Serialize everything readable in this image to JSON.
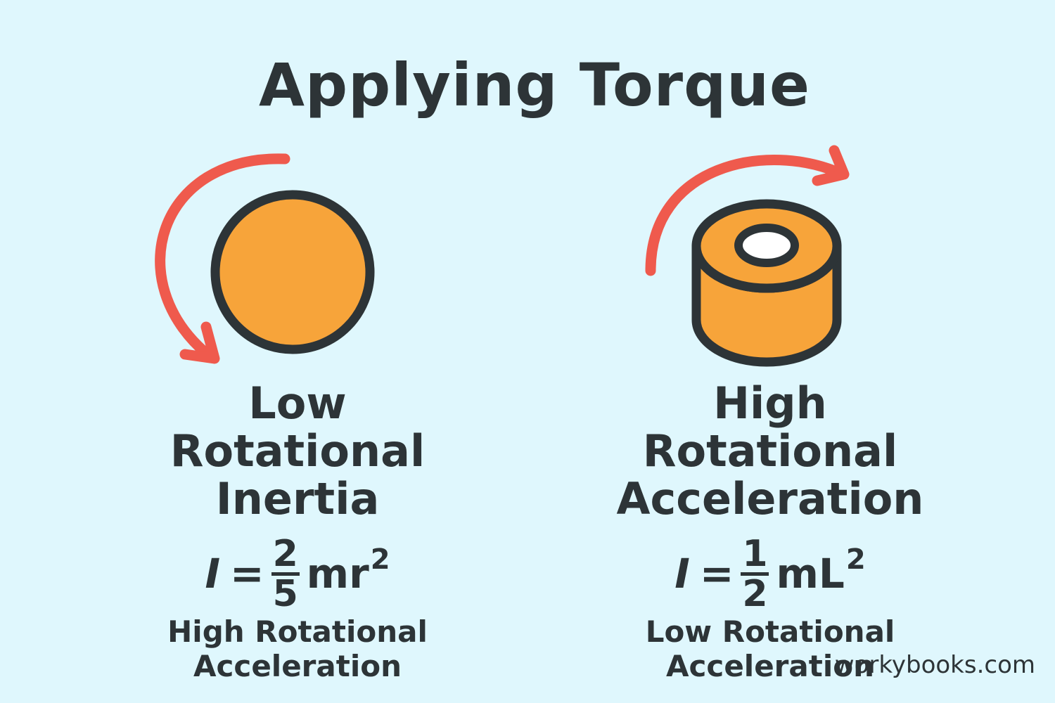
{
  "title": "Applying Torque",
  "colors": {
    "background": "#dff7fd",
    "arrow": "#ef5a4d",
    "object_fill": "#f7a43a",
    "outline": "#2d3437",
    "text": "#2d3437"
  },
  "left": {
    "heading": [
      "Low",
      "Rotational",
      "Inertia"
    ],
    "formula": {
      "variable": "I",
      "equals": "=",
      "numerator": "2",
      "denominator": "5",
      "term": "mr",
      "exponent": "2"
    },
    "caption": "High Rotational Acceleration",
    "object": "solid-sphere",
    "arrow": "counterclockwise"
  },
  "right": {
    "heading": [
      "High",
      "Rotational",
      "Acceleration"
    ],
    "formula": {
      "variable": "I",
      "equals": "=",
      "numerator": "1",
      "denominator": "2",
      "term": "mL",
      "exponent": "2"
    },
    "caption": "Low Rotational Acceleration",
    "object": "hollow-cylinder",
    "arrow": "clockwise"
  },
  "watermark": "workybooks.com"
}
